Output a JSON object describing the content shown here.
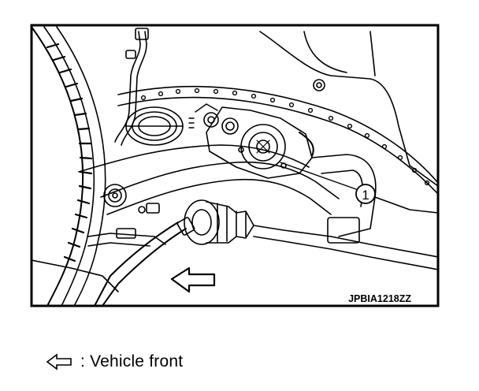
{
  "figure": {
    "callout_number": "1",
    "figure_code": "JPBIA1218ZZ"
  },
  "legend": {
    "icon": "outline-arrow-left-icon",
    "text": ": Vehicle front"
  }
}
